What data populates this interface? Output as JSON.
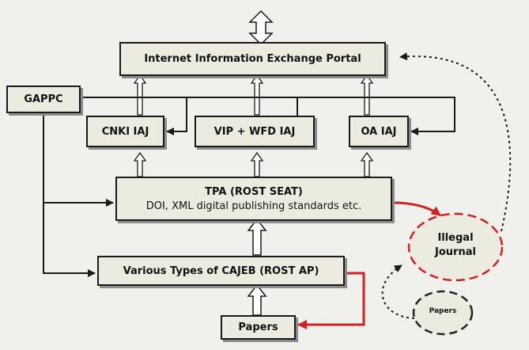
{
  "portal": {
    "label": "Internet Information Exchange Portal"
  },
  "gappc": {
    "label": "GAPPC"
  },
  "iaj": [
    {
      "label": "CNKI IAJ"
    },
    {
      "label": "VIP + WFD IAJ"
    },
    {
      "label": "OA IAJ"
    }
  ],
  "tpa": {
    "title": "TPA (ROST SEAT)",
    "subtitle": "DOI, XML digital publishing standards etc."
  },
  "cajeb": {
    "label": "Various Types of CAJEB (ROST AP)"
  },
  "papers_box": {
    "label": "Papers"
  },
  "illegal": {
    "label_line1": "Illegal",
    "label_line2": "Journal"
  },
  "papers_ellipse": {
    "label": "Papers"
  },
  "colors": {
    "box_fill": "#ecebdf",
    "stroke": "#1a1a1a",
    "red_arrow": "#d42020",
    "illegal_border": "#d42020",
    "papers_ellipse_border": "#222222"
  }
}
